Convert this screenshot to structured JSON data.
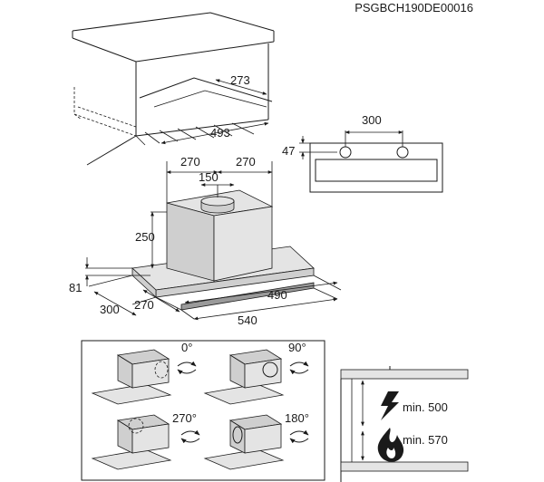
{
  "document_code": "PSGBCH190DE00016",
  "cabinet": {
    "depth_label": "273",
    "width_label": "493"
  },
  "hood": {
    "top_left_width": "270",
    "top_right_width": "270",
    "collar_diameter": "150",
    "chimney_height": "250",
    "body_height": "81",
    "side_depth": "300",
    "depth_270": "270",
    "front_width": "490",
    "total_width": "540"
  },
  "panel": {
    "hole_spacing": "300",
    "hole_offset": "47"
  },
  "rotation": {
    "deg_0": "0°",
    "deg_90": "90°",
    "deg_270": "270°",
    "deg_180": "180°"
  },
  "clearance": {
    "electric_label": "min. 500",
    "gas_label": "min. 570"
  },
  "icons": {
    "electric": "lightning-icon",
    "gas": "flame-icon",
    "rotate": "rotate-arrow-icon"
  }
}
